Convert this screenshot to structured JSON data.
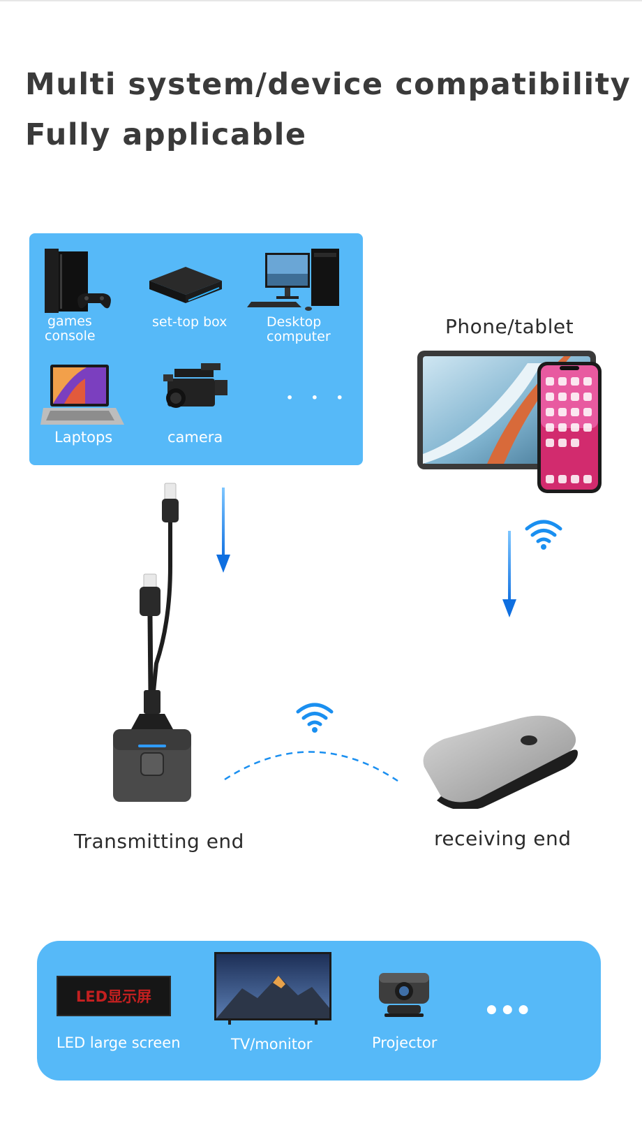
{
  "heading": {
    "line1": "Multi system/device compatibility",
    "line2": "Fully applicable"
  },
  "sources": {
    "items": [
      {
        "label_line1": "games",
        "label_line2": "console"
      },
      {
        "label": "set-top box"
      },
      {
        "label_line1": "Desktop",
        "label_line2": "computer"
      },
      {
        "label": "Laptops"
      },
      {
        "label": "camera"
      }
    ],
    "more": "• • •"
  },
  "phone_tablet": {
    "label": "Phone/tablet"
  },
  "transmitter": {
    "label": "Transmitting end"
  },
  "receiver": {
    "label": "receiving end"
  },
  "outputs": {
    "items": [
      {
        "label": "LED large screen",
        "screen_text": "LED显示屏"
      },
      {
        "label": "TV/monitor"
      },
      {
        "label": "Projector"
      }
    ],
    "more": "●●●"
  },
  "colors": {
    "panel": "#56b9f8",
    "arrow": "#1a7fe6",
    "wifi": "#1a8ff0",
    "heading": "#3a3a3a"
  }
}
